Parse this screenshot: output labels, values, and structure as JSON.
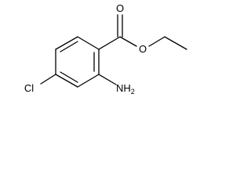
{
  "molecule": {
    "atoms": {
      "carbonyl_oxygen": "O",
      "ester_oxygen": "O",
      "chlorine": "Cl",
      "amine_main": "NH",
      "amine_subscript": "2"
    },
    "colors": {
      "bond": "#000000",
      "label": "#000000",
      "background": "#ffffff"
    }
  }
}
